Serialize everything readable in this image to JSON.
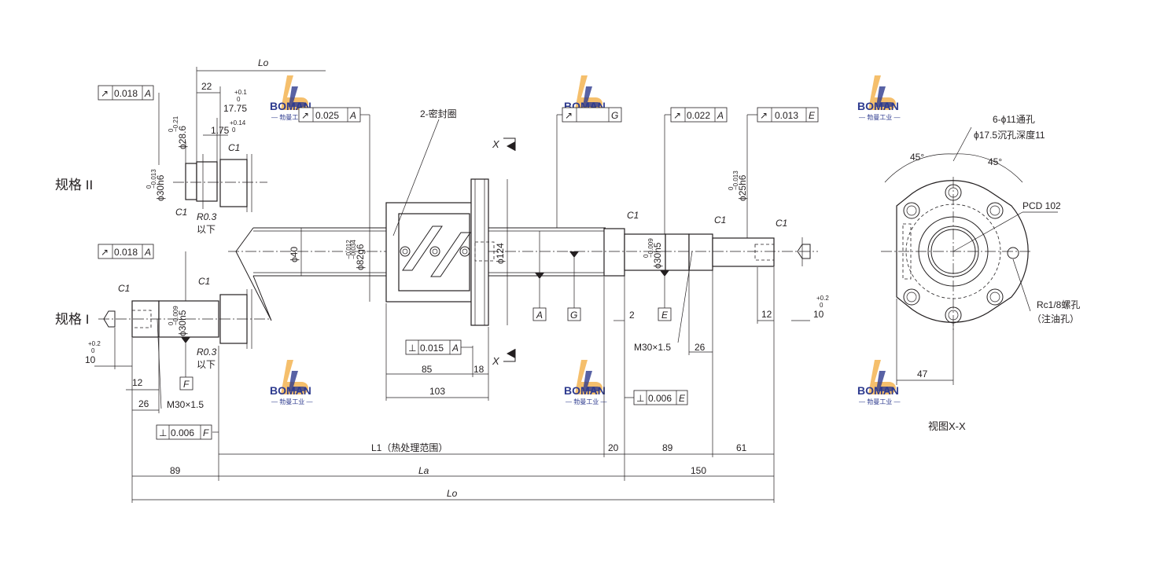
{
  "watermark": {
    "brand": "BOMAN",
    "subtitle": "— 勃曼工业 —",
    "brand_color": "#2e3b8f",
    "accent_color": "#f2a93b",
    "logo_icon": "boman-logo-icon"
  },
  "specs": {
    "type2": "规格 II",
    "type1": "规格 I"
  },
  "tolerances": {
    "a1": {
      "sym": "↗",
      "val": "0.018",
      "ref": "A"
    },
    "a2": {
      "sym": "↗",
      "val": "0.018",
      "ref": "A"
    },
    "nut_runout": {
      "sym": "↗",
      "val": "0.025",
      "ref": "A"
    },
    "g_runout": {
      "sym": "↗",
      "val": "",
      "ref": "G"
    },
    "e_runout": {
      "sym": "↗",
      "val": "0.022",
      "ref": "A"
    },
    "end_runout": {
      "sym": "↗",
      "val": "0.013",
      "ref": "E"
    },
    "perp_nut": {
      "sym": "⊥",
      "val": "0.015",
      "ref": "A"
    },
    "perp_e": {
      "sym": "⊥",
      "val": "0.006",
      "ref": "E"
    },
    "perp_f": {
      "sym": "⊥",
      "val": "0.006",
      "ref": "F"
    }
  },
  "datums": {
    "a": "A",
    "g": "G",
    "e": "E",
    "f": "F"
  },
  "labels": {
    "lo_top": "Lo",
    "d22": "22",
    "d1775": "17.75",
    "tol1775_up": "+0.1",
    "tol1775_lo": "0",
    "d175": "1.75",
    "tol175_up": "+0.14",
    "tol175_lo": "0",
    "phi286": "ϕ28.6",
    "tol286_up": "0",
    "tol286_lo": "−0.21",
    "phi30h6": "ϕ30h6",
    "tol30h6_up": "0",
    "tol30h6_lo": "−0.013",
    "c1": "C1",
    "r03": "R0.3",
    "yixia": "以下",
    "phi30h5": "ϕ30h5",
    "tol30h5_up": "0",
    "tol30h5_lo": "−0.009",
    "d10": "10",
    "tol10_up": "+0.2",
    "tol10_lo": "0",
    "d12": "12",
    "d26": "26",
    "m30": "M30×1.5",
    "seal": "2-密封圈",
    "x_mark": "X",
    "phi40": "ϕ40",
    "phi82": "ϕ82g6",
    "tol82_up": "−0.012",
    "tol82_lo": "−0.034",
    "phi124": "ϕ124",
    "phi25": "ϕ25h6",
    "tol25_up": "0",
    "tol25_lo": "−0.013",
    "d85": "85",
    "d18": "18",
    "d103": "103",
    "d2": "2",
    "d26r": "26",
    "d12r": "12",
    "d10r": "10",
    "l1": "L1（热处理范围）",
    "d20": "20",
    "d89": "89",
    "d61": "61",
    "d89l": "89",
    "la": "La",
    "d150": "150",
    "lo": "Lo"
  },
  "view": {
    "holes": "6-ϕ11通孔",
    "cbore": "ϕ17.5沉孔深度11",
    "a45a": "45°",
    "a45b": "45°",
    "pcd": "PCD 102",
    "oil1": "Rc1/8螺孔",
    "oil2": "（注油孔）",
    "d47": "47",
    "title": "视图X-X"
  }
}
